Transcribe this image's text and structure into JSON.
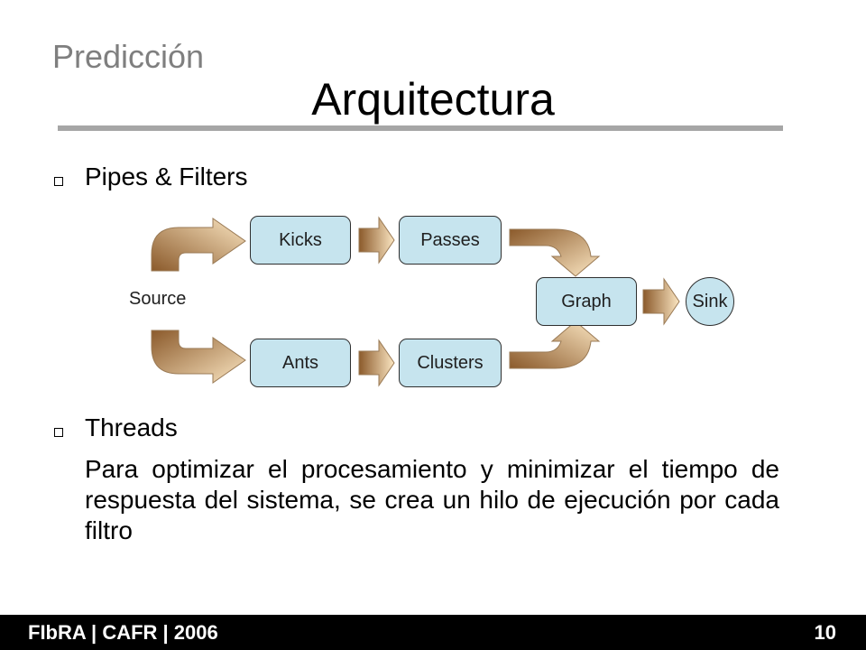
{
  "slide": {
    "section": "Predicción",
    "title": "Arquitectura"
  },
  "bullets": [
    {
      "label": "Pipes & Filters"
    },
    {
      "label": "Threads",
      "body": "Para optimizar el procesamiento y minimizar el tiempo de respuesta del sistema, se crea un hilo de ejecución por cada filtro"
    }
  ],
  "diagram": {
    "nodes": {
      "source": "Source",
      "kicks": "Kicks",
      "passes": "Passes",
      "ants": "Ants",
      "clusters": "Clusters",
      "graph": "Graph",
      "sink": "Sink"
    },
    "colors": {
      "node_fill": "#c6e4ee",
      "node_border": "#2f2f2f",
      "arrow_dark": "#8b5a2b",
      "arrow_light": "#fbe6c2"
    }
  },
  "footer": {
    "left": "FIbRA | CAFR | 2006",
    "page": "10"
  },
  "theme": {
    "section_color": "#7f7f7f",
    "rule_color": "#a6a6a6",
    "footer_bg": "#000000",
    "footer_fg": "#ffffff"
  }
}
